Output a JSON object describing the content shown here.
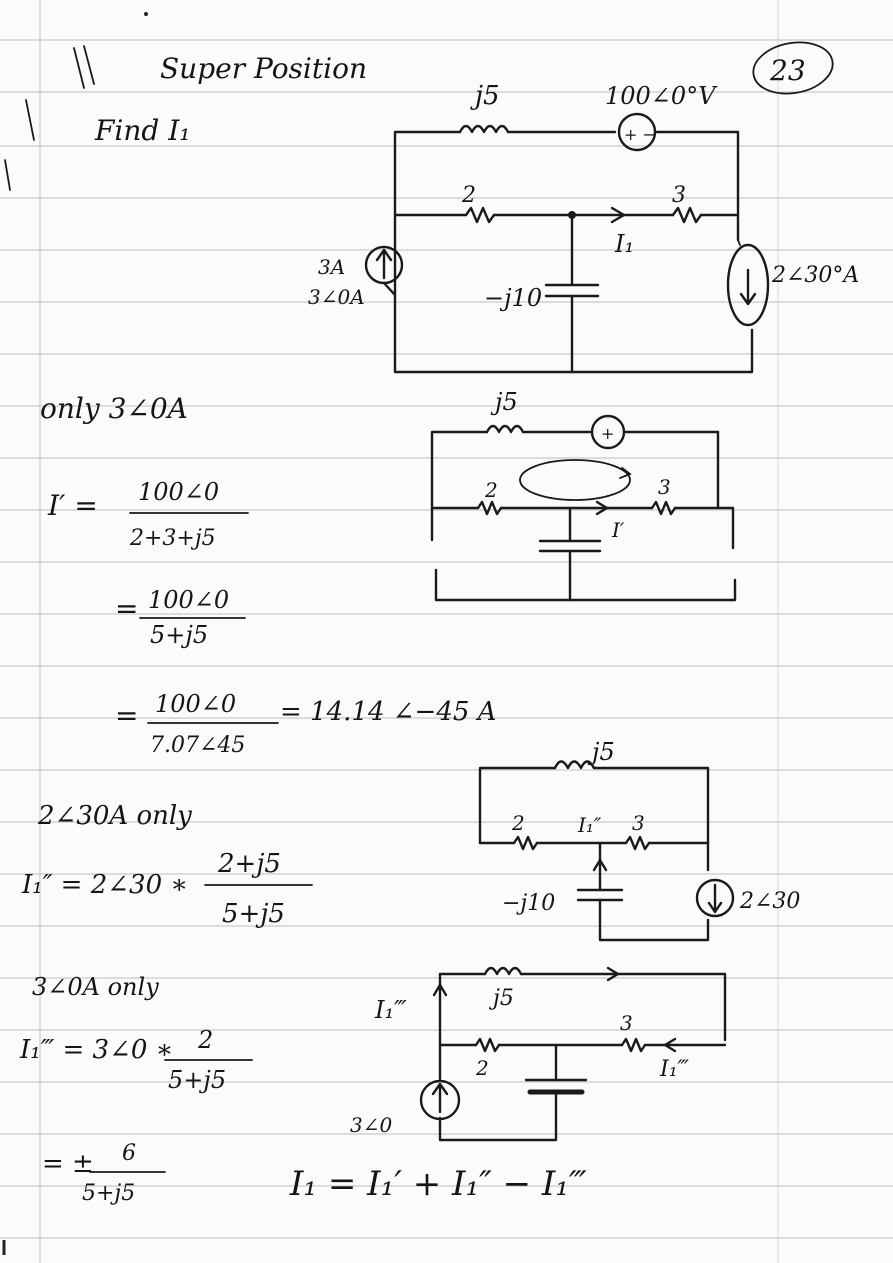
{
  "title": "Super Position",
  "page_number": "23",
  "problem": "Find I₁",
  "circuits": {
    "main": {
      "inductor": "j5",
      "voltage_source": "100∠0°V",
      "vsource_symbol": "+ −",
      "r_left": "2",
      "r_right": "3",
      "current": "I₁",
      "current_source_left_a": "3A",
      "current_source_left_b": "3∠0A",
      "capacitor": "−j10",
      "current_source_right": "2∠30°A"
    },
    "c1": {
      "inductor": "j5",
      "r_left": "2",
      "r_right": "3",
      "current": "I′",
      "vsource_symbol": "+"
    },
    "c2": {
      "inductor": "j5",
      "r_left": "2",
      "r_right": "3",
      "current": "I₁″",
      "capacitor": "−j10",
      "source": "2∠30"
    },
    "c3": {
      "inductor": "j5",
      "r_left": "2",
      "r_right": "3",
      "current_left": "I₁‴",
      "current_right": "I₁‴",
      "source": "3∠0"
    }
  },
  "work": {
    "case1_heading": "only 3∠0A",
    "case1_lhs": "I′ =",
    "case1_num1": "100∠0",
    "case1_den1": "2+3+j5",
    "case1_eq": "=",
    "case1_num2": "100∠0",
    "case1_den2": "5+j5",
    "case1_num3": "100∠0",
    "case1_den3": "7.07∠45",
    "case1_result": "= 14.14 ∠−45 A",
    "case2_heading": "2∠30A only",
    "case2_lhs": "I₁″ = 2∠30 ∗",
    "case2_num": "2+j5",
    "case2_den": "5+j5",
    "case3_heading": "3∠0A only",
    "case3_lhs": "I₁‴ = 3∠0 ∗",
    "case3_num": "2",
    "case3_den": "5+j5",
    "case3_num2": "6",
    "case3_den2": "5+j5",
    "case3_sign": "= ±",
    "final": "I₁ = I₁′ + I₁″ − I₁‴"
  }
}
